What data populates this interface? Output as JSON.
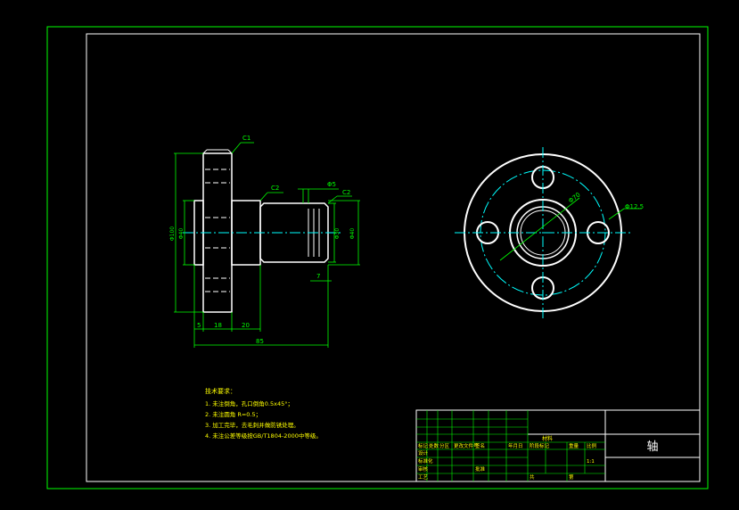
{
  "drawing": {
    "part_name": "轴",
    "dimensions": {
      "chamfer_flange": "C1",
      "chamfer_step": "C2",
      "chamfer_end": "C2",
      "dia_small_end": "Φ5",
      "dia_flange": "Φ100",
      "dia_hub": "Φ40",
      "dia_shaft": "Φ30",
      "dia_bore": "Φ40",
      "len_a": "5",
      "len_b": "18",
      "len_c": "20",
      "len_total": "85",
      "len_end": "7",
      "dia_bolt_circle": "Φ70",
      "dia_hole": "Φ12.5"
    },
    "notes": {
      "title": "技术要求：",
      "lines": [
        "1. 未注倒角，孔口倒角0.5x45°；",
        "2. 未注圆角 R=0.5；",
        "3. 加工完毕，去毛刺并做防锈处理。",
        "4. 未注公差等级按GB/T1804-2000中等级。"
      ]
    },
    "title_block": {
      "r1": [
        "标记",
        "处数",
        "分区",
        "更改文件号",
        "签名",
        "年月日"
      ],
      "design": "设计",
      "check": "审核",
      "process": "工艺",
      "approve": "批准",
      "standard": "标准化",
      "stage": "阶段标记",
      "weight": "重量",
      "scale": "比例",
      "sheets": "共",
      "sheet": "第",
      "scale_val": "1:1",
      "material": "材料"
    }
  }
}
